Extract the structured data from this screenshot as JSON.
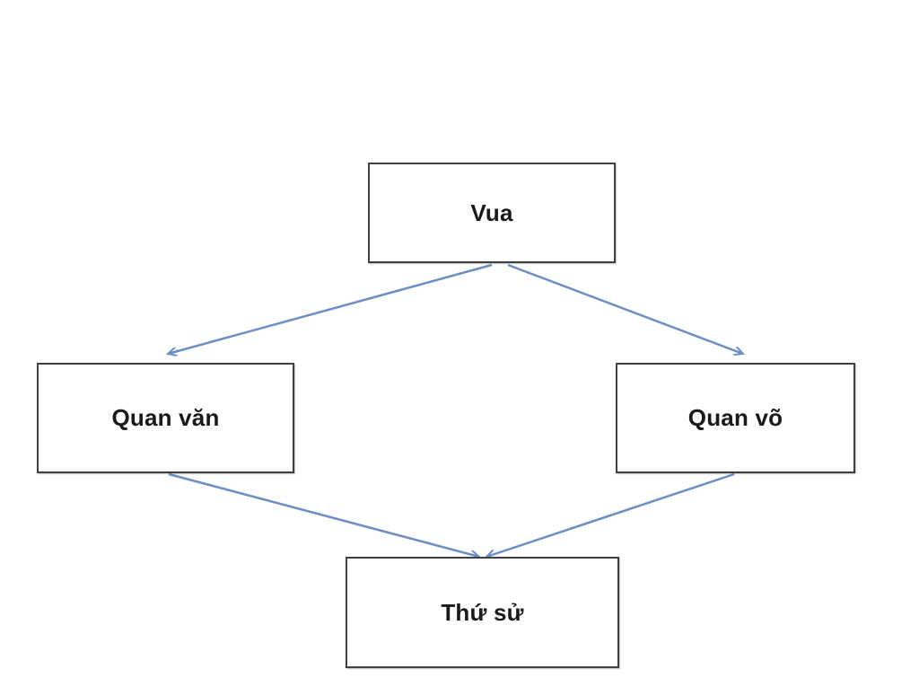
{
  "diagram": {
    "nodes": [
      {
        "id": "vua",
        "label": "Vua"
      },
      {
        "id": "quan-van",
        "label": "Quan văn"
      },
      {
        "id": "quan-vo",
        "label": "Quan võ"
      },
      {
        "id": "thu-su",
        "label": "Thứ sử"
      }
    ],
    "edges": [
      {
        "from": "vua",
        "to": "quan-van"
      },
      {
        "from": "vua",
        "to": "quan-vo"
      },
      {
        "from": "quan-van",
        "to": "thu-su"
      },
      {
        "from": "quan-vo",
        "to": "thu-su"
      }
    ],
    "colors": {
      "connector": "#6b8fc4",
      "border": "#404040"
    }
  }
}
